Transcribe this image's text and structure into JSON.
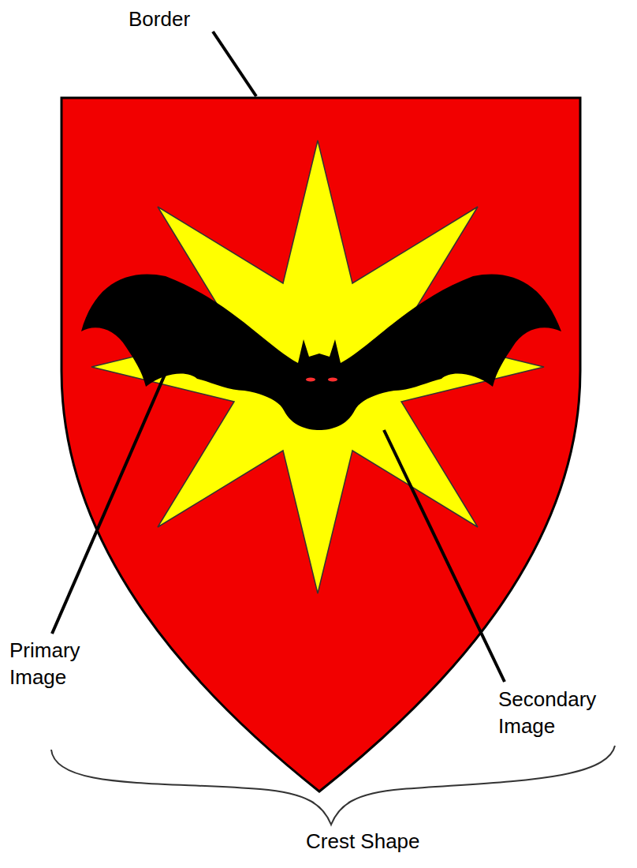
{
  "diagram": {
    "labels": [
      "Border",
      "Primary Image",
      "Secondary Image",
      "Crest Shape"
    ]
  }
}
